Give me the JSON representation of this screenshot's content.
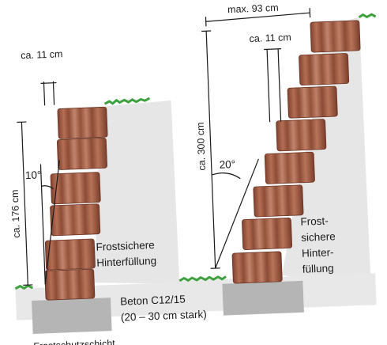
{
  "labels": {
    "left_width": "ca. 11 cm",
    "left_height": "ca. 176 cm",
    "left_angle": "10°",
    "left_backfill_line1": "Frostsichere",
    "left_backfill_line2": "Hinterfüllung",
    "concrete_line1": "Beton C12/15",
    "concrete_line2": "(20 – 30 cm stark)",
    "frost_layer": "Frostschutzschicht",
    "right_top_width": "max. 93 cm",
    "right_width": "ca. 11 cm",
    "right_height": "ca. 300 cm",
    "right_angle": "20°",
    "right_backfill_line1": "Frost-",
    "right_backfill_line2": "sichere",
    "right_backfill_line3": "Hinter-",
    "right_backfill_line4": "füllung"
  },
  "colors": {
    "block_main": "#a0583f",
    "block_light": "#c98a72",
    "block_dark": "#7a3e2b",
    "backfill": "#e6e6e6",
    "foundation": "#b7b7b7",
    "grass": "#3fa03f",
    "line": "#1a1a1a"
  }
}
